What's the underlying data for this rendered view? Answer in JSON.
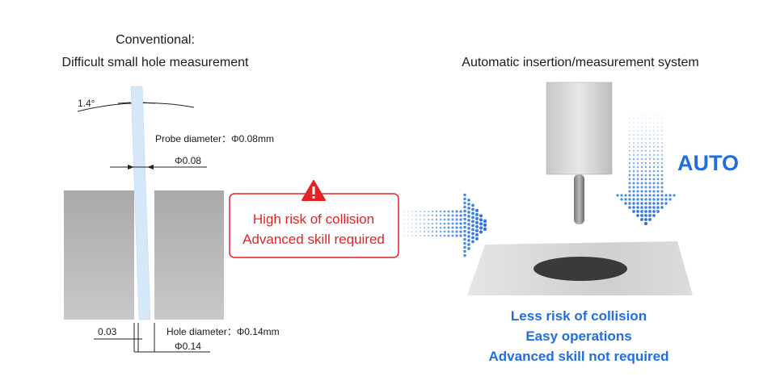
{
  "left": {
    "title_line1": "Conventional:",
    "title_line2": "Difficult small hole measurement",
    "angle_label": "1.4°",
    "probe_diameter_label": "Probe diameter：Φ0.08mm",
    "probe_dim": "Φ0.08",
    "gap_dim": "0.03",
    "hole_diameter_label": "Hole diameter：Φ0.14mm",
    "hole_dim": "Φ0.14"
  },
  "warning": {
    "line1": "High risk of collision",
    "line2": "Advanced skill required",
    "icon": "warning-triangle-icon",
    "color": "#e02424"
  },
  "right": {
    "title": "Automatic insertion/measurement system",
    "auto_label": "AUTO",
    "benefit1": "Less risk of collision",
    "benefit2": "Easy operations",
    "benefit3": "Advanced skill not required",
    "accent_color": "#1f6fe0"
  }
}
